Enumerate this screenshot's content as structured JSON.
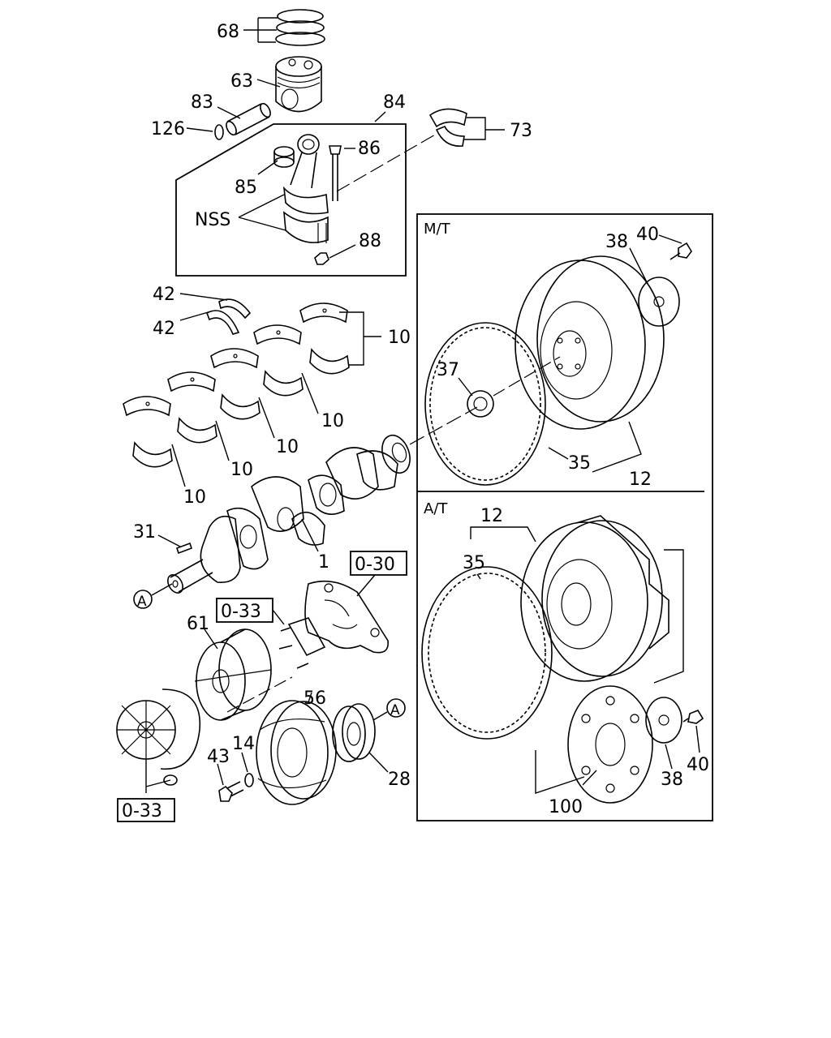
{
  "callouts": {
    "c68": "68",
    "c63": "63",
    "c83": "83",
    "c84": "84",
    "c126": "126",
    "c73": "73",
    "c86": "86",
    "c85": "85",
    "cNSS": "NSS",
    "c88": "88",
    "c42a": "42",
    "c42b": "42",
    "c10a": "10",
    "c10b": "10",
    "c10c": "10",
    "c10d": "10",
    "c10e": "10",
    "c37": "37",
    "c35mt": "35",
    "c12mt": "12",
    "c38mt": "38",
    "c40mt": "40",
    "c31": "31",
    "c1": "1",
    "cA1": "A",
    "c61": "61",
    "c56": "56",
    "c43": "43",
    "c14": "14",
    "c28": "28",
    "cA2": "A",
    "c12at": "12",
    "c35at": "35",
    "c38at": "38",
    "c40at": "40",
    "c100": "100"
  },
  "refs": {
    "r030": "0-30",
    "r033a": "0-33",
    "r033b": "0-33"
  },
  "panels": {
    "mt": "M/T",
    "at": "A/T"
  }
}
